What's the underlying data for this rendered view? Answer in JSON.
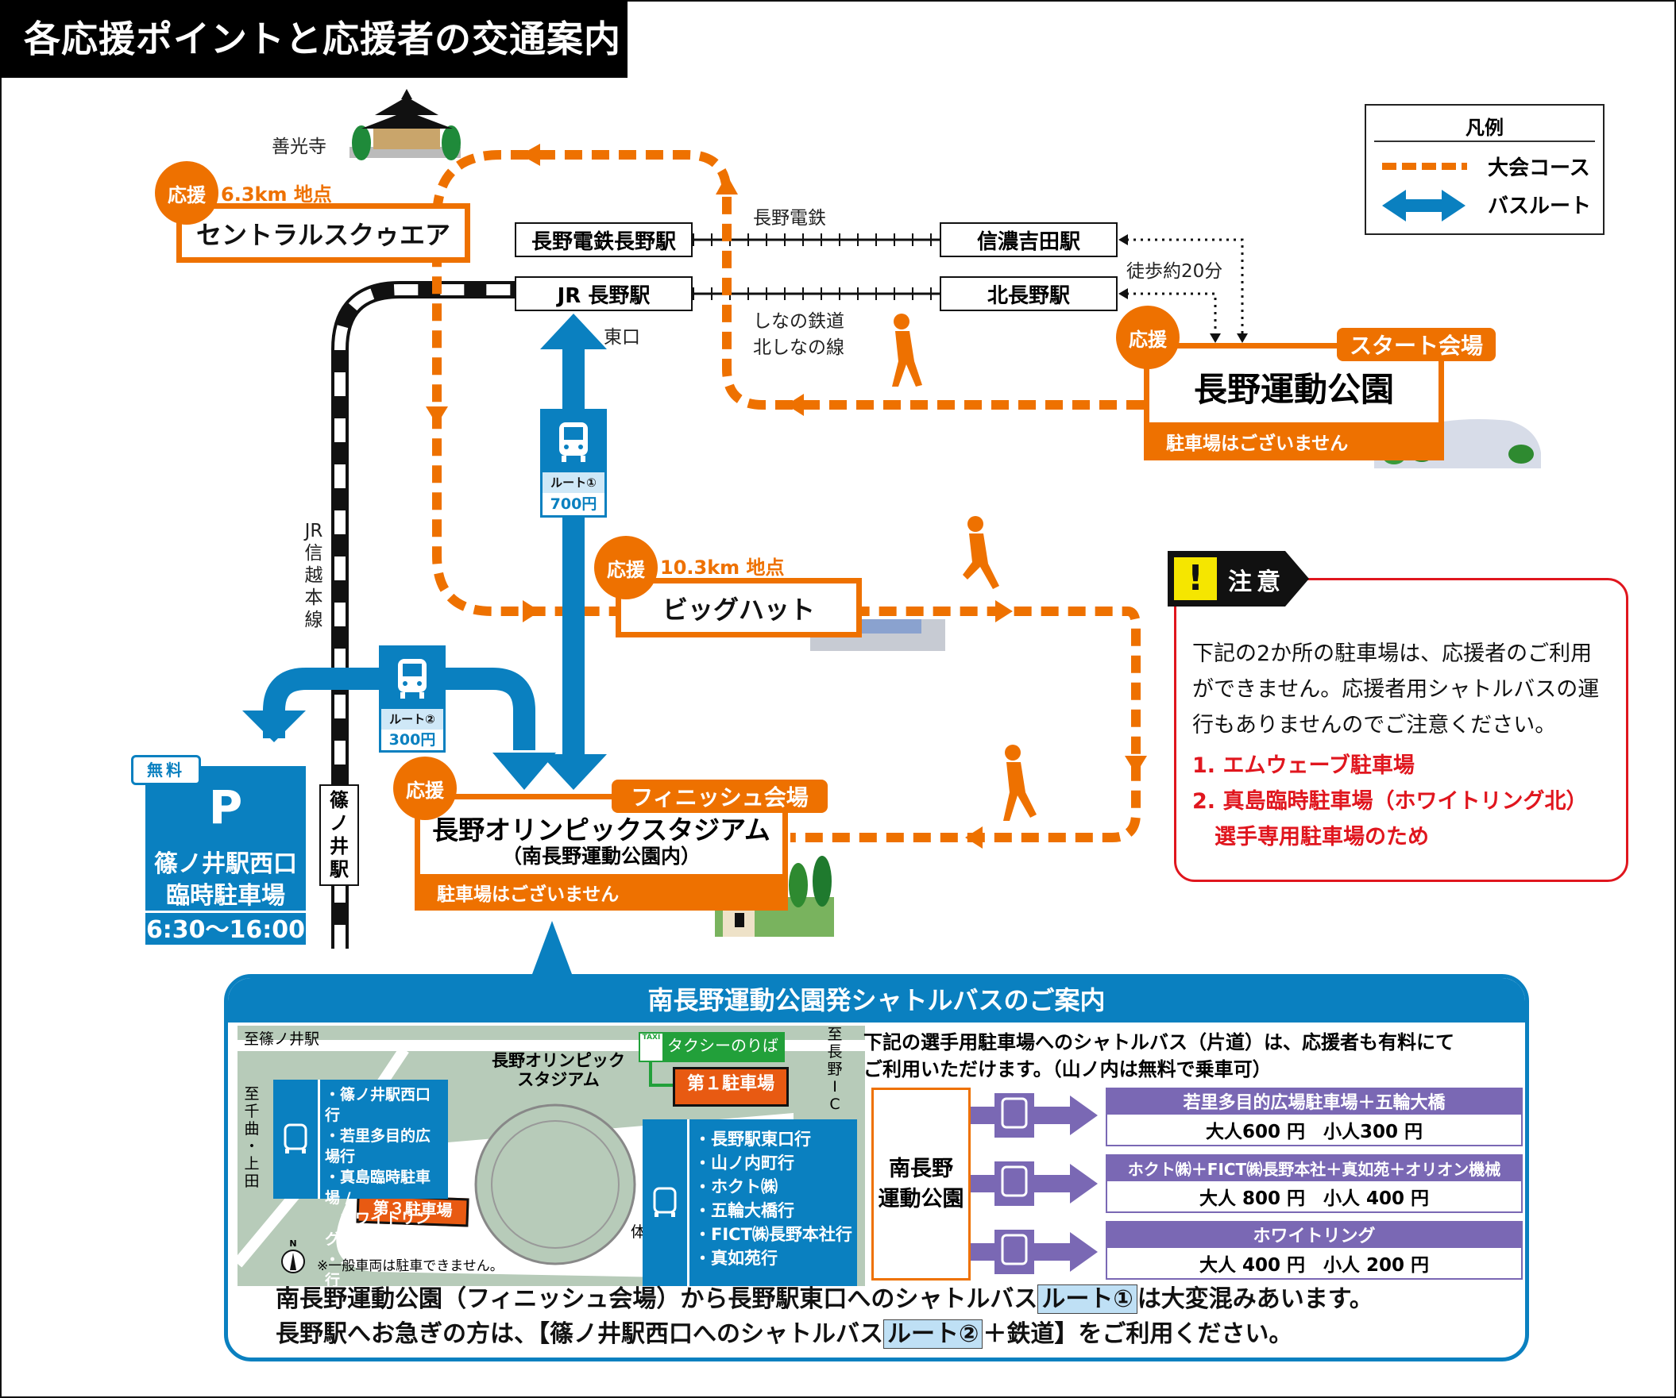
{
  "title": "各応援ポイントと応援者の交通案内",
  "legend": {
    "title": "凡例",
    "items": [
      {
        "label": "大会コース",
        "type": "orange-dashed-line"
      },
      {
        "label": "バスルート",
        "type": "blue-double-arrow"
      }
    ]
  },
  "colors": {
    "course": "#ee7100",
    "bus": "#0a80c0",
    "warning_red": "#e0161e",
    "fare_purple": "#7a68b4"
  },
  "landmarks": {
    "zenkoji": "善光寺",
    "east_exit": "東口",
    "jr_shinetsu_line": [
      "JR",
      "信",
      "越",
      "本",
      "線"
    ],
    "nagano_dentetsu_line": "長野電鉄",
    "shinano_railway_1": "しなの鉄道",
    "shinano_railway_2": "北しなの線",
    "walk_time": "徒歩約20分"
  },
  "stations": {
    "dentetsu_nagano": "長野電鉄長野駅",
    "shinano_yoshida": "信濃吉田駅",
    "jr_nagano": "JR 長野駅",
    "kita_nagano": "北長野駅",
    "shinonoi": [
      "篠",
      "ノ",
      "井",
      "駅"
    ]
  },
  "cheer_points": [
    {
      "badge": "応援",
      "distance": "6.3km 地点",
      "name": "セントラルスクゥエア"
    },
    {
      "badge": "応援",
      "distance": "10.3km 地点",
      "name": "ビッグハット"
    },
    {
      "badge": "応援",
      "tag": "スタート会場",
      "name": "長野運動公園",
      "note": "駐車場はございません"
    },
    {
      "badge": "応援",
      "tag": "フィニッシュ会場",
      "name": "長野オリンピックスタジアム",
      "sub": "（南長野運動公園内）",
      "note": "駐車場はございません"
    }
  ],
  "bus_routes": [
    {
      "label": "ルート①",
      "fare": "700円"
    },
    {
      "label": "ルート②",
      "fare": "300円"
    }
  ],
  "parking": {
    "badge": "無料",
    "icon": "P",
    "name_line1": "篠ノ井駅西口",
    "name_line2": "臨時駐車場",
    "hours": "6:30〜16:00"
  },
  "notice": {
    "header": "注意",
    "icon": "!",
    "body": "下記の2か所の駐車場は、応援者のご利用ができません。応援者用シャトルバスの運行もありませんのでご注意ください。",
    "items": [
      "1. エムウェーブ駐車場",
      "2. 真島臨時駐車場（ホワイトリング北）"
    ],
    "reason": "選手専用駐車場のため"
  },
  "shuttle": {
    "title": "南長野運動公園発シャトルバスのご案内",
    "map": {
      "to_shinonoi": "至篠ノ井駅",
      "to_chikuma": [
        "至",
        "千",
        "曲",
        "・",
        "上",
        "田"
      ],
      "to_nagano_ic": [
        "至",
        "長",
        "野",
        "I",
        "C"
      ],
      "stadium": [
        "長野オリンピック",
        "スタジアム"
      ],
      "gym": "体育館",
      "taxi": "タクシーのりば",
      "taxi_icon": "TAXI",
      "lot1": "第１駐車場",
      "lot3": "第３駐車場",
      "compass": "N",
      "note": "※一般車両は駐車できません。",
      "lot3_destinations": [
        "・篠ノ井駅西口行",
        "・若里多目的広場行",
        "・真島臨時駐車場 /",
        "　ホワイトリング行",
        "・オリオン機械行"
      ],
      "lot1_destinations": [
        "・長野駅東口行",
        "・山ノ内町行",
        "・ホクト㈱",
        "・五輪大橋行",
        "・FICT㈱長野本社行",
        "・真如苑行"
      ]
    },
    "intro_line1": "下記の選手用駐車場へのシャトルバス（片道）は、応援者も有料にて",
    "intro_line2": "ご利用いただけます。（山ノ内は無料で乗車可）",
    "origin": [
      "南長野",
      "運動公園"
    ],
    "fares": [
      {
        "dest": "若里多目的広場駐車場＋五輪大橋",
        "price": "大人600 円　小人300 円"
      },
      {
        "dest": "ホクト㈱＋FICT㈱長野本社＋真如苑＋オリオン機械",
        "price": "大人 800 円　小人 400 円"
      },
      {
        "dest": "ホワイトリング",
        "price": "大人 400 円　小人 200 円"
      }
    ],
    "note_line1_a": "南長野運動公園（フィニッシュ会場）から長野駅東口へのシャトルバス",
    "note_line1_chip": "ルート①",
    "note_line1_b": "は大変混みあいます。",
    "note_line2_a": "長野駅へお急ぎの方は、【篠ノ井駅西口へのシャトルバス",
    "note_line2_chip": "ルート②",
    "note_line2_b": "＋鉄道】をご利用ください。"
  }
}
